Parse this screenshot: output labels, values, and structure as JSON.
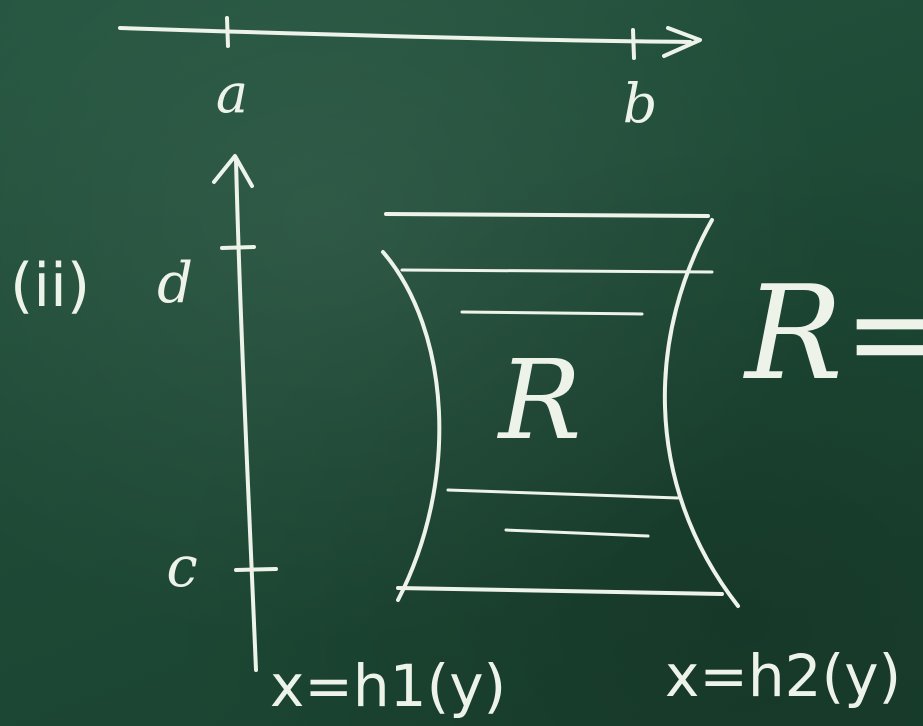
{
  "axis_labels": {
    "a": "a",
    "b": "b",
    "c": "c",
    "d": "d"
  },
  "case_label": "(ii)",
  "region_label": "R",
  "right_label": "R=",
  "left_curve_label": "x=h1(y)",
  "right_curve_label": "x=h2(y)",
  "colors": {
    "board": "#1f4a37",
    "chalk": "#eef3ea"
  }
}
